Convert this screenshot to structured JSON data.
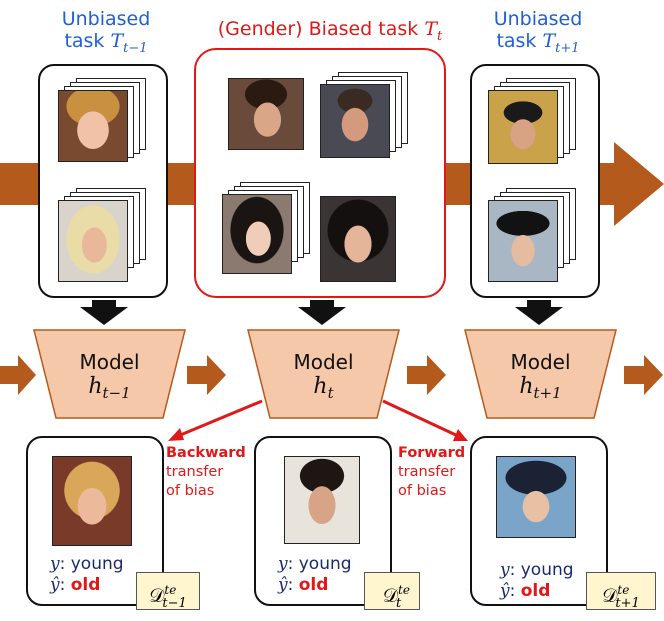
{
  "tasks": {
    "prev": {
      "line1": "Unbiased",
      "line2": "task ",
      "sym": "T",
      "sub": "t−1"
    },
    "curr": {
      "line1": "(Gender) Biased task ",
      "sym": "T",
      "sub": "t"
    },
    "next": {
      "line1": "Unbiased",
      "line2": "task ",
      "sym": "T",
      "sub": "t+1"
    }
  },
  "models": [
    {
      "name": "Model",
      "sym": "h",
      "sub": "t−1"
    },
    {
      "name": "Model",
      "sym": "h",
      "sub": "t"
    },
    {
      "name": "Model",
      "sym": "h",
      "sub": "t+1"
    }
  ],
  "transfers": {
    "backward": {
      "l1": "Backward",
      "l2": "transfer",
      "l3": "of bias"
    },
    "forward": {
      "l1": "Forward",
      "l2": "transfer",
      "l3": "of bias"
    }
  },
  "test_sets": [
    {
      "y_label": "y",
      "y_value": ": young",
      "yhat_label": "ŷ",
      "yhat_value": "old",
      "d": "𝒟",
      "sup": "te",
      "sub": "t−1"
    },
    {
      "y_label": "y",
      "y_value": ": young",
      "yhat_label": "ŷ",
      "yhat_value": "old",
      "d": "𝒟",
      "sup": "te",
      "sub": "t"
    },
    {
      "y_label": "y",
      "y_value": ": young",
      "yhat_label": "ŷ",
      "yhat_value": "old",
      "d": "𝒟",
      "sup": "te",
      "sub": "t+1"
    }
  ],
  "yhat_colon": ": ",
  "colors": {
    "flow_arrow": "#b45a1c",
    "model_fill": "#f4c8a8",
    "bias_red": "#e01818",
    "task_blue": "#1f5fd4",
    "test_label_fill": "#fff6cf"
  }
}
